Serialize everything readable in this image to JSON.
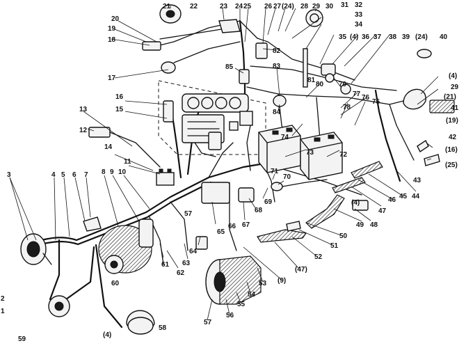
{
  "diagram": {
    "labels": {
      "l1": "1",
      "l2": "2",
      "l3": "3",
      "l4": "4",
      "l5": "5",
      "l6": "6",
      "l7": "7",
      "l8": "8",
      "l9": "9",
      "l10": "10",
      "l11": "11",
      "l12": "12",
      "l13": "13",
      "l14": "14",
      "l15": "15",
      "l16": "16",
      "l17": "17",
      "l18": "18",
      "l19": "19",
      "l20": "20",
      "l21": "21",
      "l22": "22",
      "l23": "23",
      "l24": "24",
      "l25": "25",
      "l26": "26",
      "l27": "27",
      "l24b": "(24)",
      "l28": "28",
      "l29": "29",
      "l30": "30",
      "l31": "31",
      "l32": "32",
      "l33": "33",
      "l34": "34",
      "l35": "35",
      "l4b": "(4)",
      "l36": "36",
      "l37": "37",
      "l38": "38",
      "l39": "39",
      "l24c": "(24)",
      "l40": "40",
      "l4c": "(4)",
      "l29b": "29",
      "l21b": "(21)",
      "l41": "41",
      "l19b": "(19)",
      "l42": "42",
      "l16b": "(16)",
      "l25b": "(25)",
      "l43": "43",
      "l44": "44",
      "l45": "45",
      "l46": "46",
      "l47": "47",
      "l48": "48",
      "l49": "49",
      "l4d": "(4)",
      "l50": "50",
      "l51": "51",
      "l52": "52",
      "l47b": "(47)",
      "l9b": "(9)",
      "l53": "53",
      "l54": "54",
      "l55": "55",
      "l56": "56",
      "l57": "57",
      "l58": "58",
      "l4e": "(4)",
      "l59": "59",
      "l60": "60",
      "l61": "61",
      "l62": "62",
      "l63": "63",
      "l64": "64",
      "l65": "65",
      "l66": "66",
      "l67": "67",
      "l57b": "57",
      "l68": "68",
      "l69": "69",
      "l70": "70",
      "l71": "71",
      "l72": "72",
      "l73": "73",
      "l74": "74",
      "l75": "75",
      "l76": "76",
      "l77": "77",
      "l78": "78",
      "l79": "79",
      "l80": "80",
      "l81": "81",
      "l82": "82",
      "l83": "83",
      "l84": "84",
      "l85": "85"
    }
  }
}
